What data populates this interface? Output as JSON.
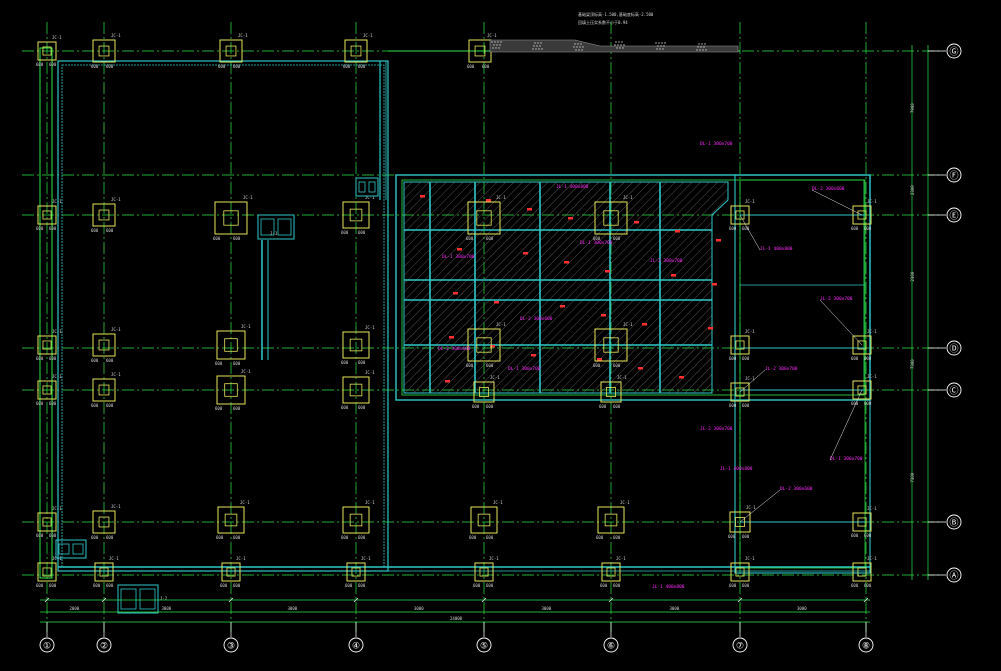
{
  "drawing": {
    "column_axes": [
      "①",
      "②",
      "③",
      "④",
      "⑤",
      "⑥",
      "⑦",
      "⑧"
    ],
    "row_axes": [
      "Ⓖ",
      "Ⓕ",
      "Ⓔ",
      "Ⓓ",
      "Ⓒ",
      "Ⓑ",
      "Ⓐ"
    ],
    "dims_bottom": [
      "2000",
      "3000",
      "3000",
      "3000",
      "3000",
      "3000",
      "3000"
    ],
    "overall_dim": "24000",
    "dims_right": [
      "7900",
      "2300",
      "2300",
      "7300",
      "7300"
    ],
    "column_label": "JC-1",
    "footing_dims": [
      "600",
      "600"
    ],
    "pit_labels": [
      "J-1",
      "J-2"
    ],
    "magenta_notes": [
      "DL-1 300x700",
      "DL-2 300x600",
      "JL-1 400x800",
      "JL-2 300x700"
    ],
    "top_note_line1": "基础梁顶标高-1.500,基础底标高-2.500",
    "top_note_line2": "回填土压实系数不小于0.94",
    "colors": {
      "background": "#000000",
      "axis": "#ffffff",
      "grid": "#2ee84a",
      "wall": "#2fc8c8",
      "footing": "#e6e65a",
      "annotation": "#ff2bff",
      "dimension": "#d8d8d8",
      "rebar": "#ff3030"
    }
  }
}
